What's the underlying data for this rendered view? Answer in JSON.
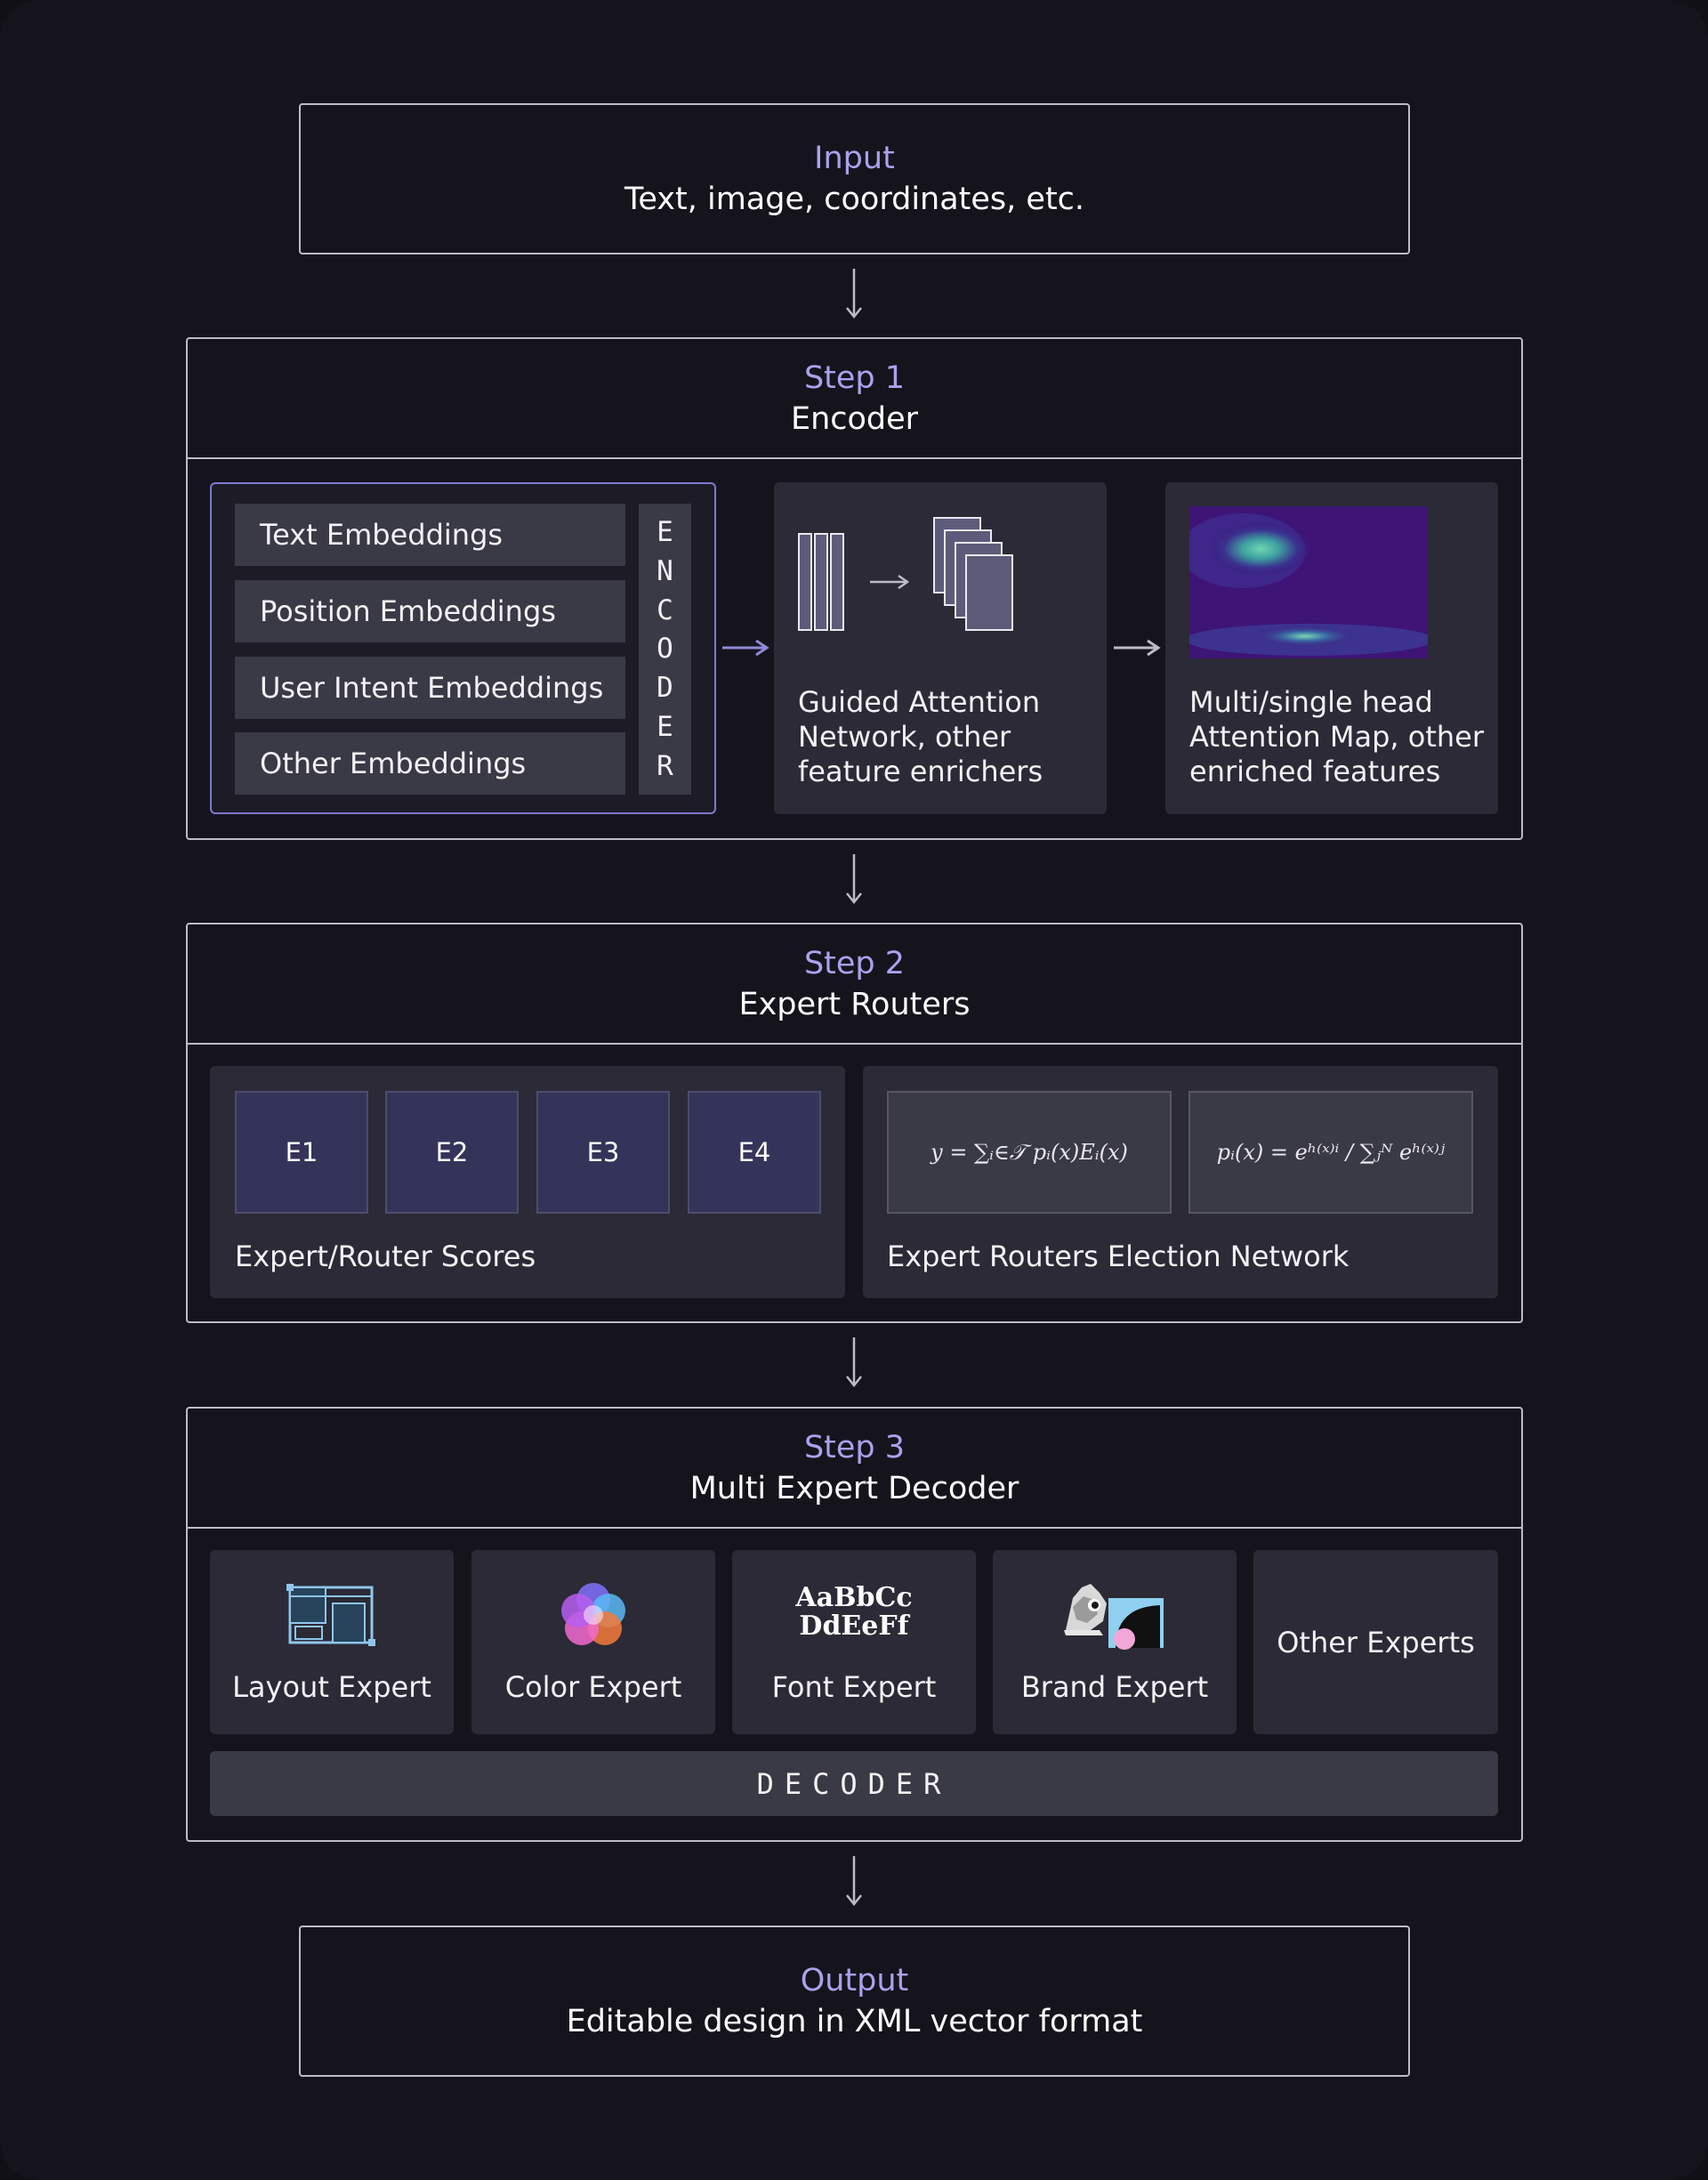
{
  "input": {
    "title": "Input",
    "subtitle": "Text, image, coordinates, etc."
  },
  "step1": {
    "step": "Step 1",
    "title": "Encoder",
    "embeddings": [
      "Text Embeddings",
      "Position Embeddings",
      "User Intent Embeddings",
      "Other Embeddings"
    ],
    "encoder_letters": [
      "E",
      "N",
      "C",
      "O",
      "D",
      "E",
      "R"
    ],
    "guided_caption": [
      "Guided Attention",
      "Network, other",
      "feature enrichers"
    ],
    "attention_caption": [
      "Multi/single head",
      "Attention Map, other",
      "enriched features"
    ]
  },
  "step2": {
    "step": "Step 2",
    "title": "Expert Routers",
    "experts": [
      "E1",
      "E2",
      "E3",
      "E4"
    ],
    "scores_caption": "Expert/Router Scores",
    "formula1": "y = ∑ᵢ∈𝒯 pᵢ(x)Eᵢ(x)",
    "formula2": "pᵢ(x) = eʰ⁽ˣ⁾ⁱ / ∑ⱼᴺ eʰ⁽ˣ⁾ʲ",
    "election_caption": "Expert Routers Election Network"
  },
  "step3": {
    "step": "Step 3",
    "title": "Multi Expert Decoder",
    "experts": [
      "Layout Expert",
      "Color Expert",
      "Font Expert",
      "Brand Expert",
      "Other Experts"
    ],
    "font_sample_line1": "AaBbCc",
    "font_sample_line2": "DdEeFf",
    "decoder_label": "DECODER"
  },
  "output": {
    "title": "Output",
    "subtitle": "Editable design in XML vector format"
  },
  "colors": {
    "background": "#15141c",
    "accent": "#a9a2ee",
    "panel": "#2b2a36",
    "tile": "#3a3946",
    "expert_box": "#34345a",
    "border": "#bdbcc6"
  }
}
